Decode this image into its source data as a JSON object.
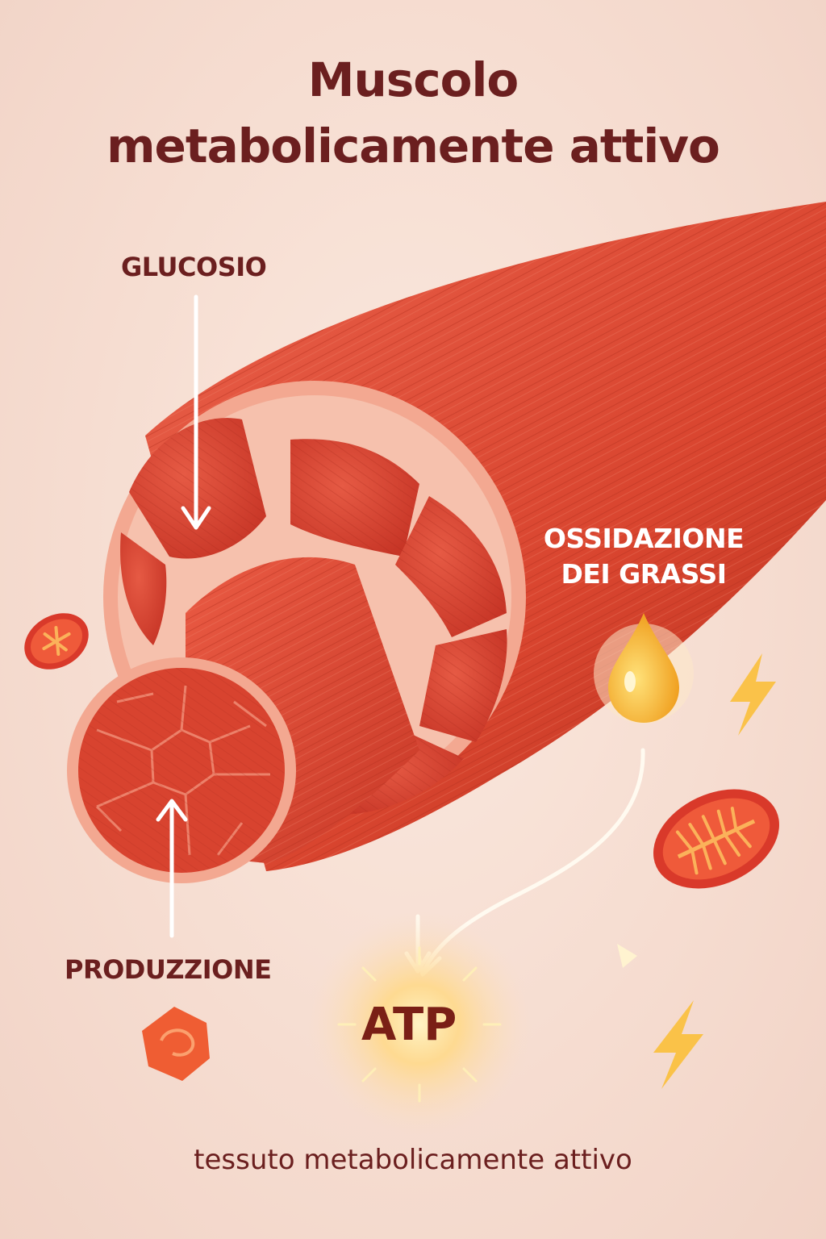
{
  "title": {
    "line1": "Muscolo",
    "line2": "metabolicamente attivo"
  },
  "labels": {
    "glucose": "GLUCOSIO",
    "fat_oxidation_line1": "OSSIDAZIONE",
    "fat_oxidation_line2": "DEI GRASSI",
    "production": "PRODUZZIONE",
    "atp": "ATP"
  },
  "footer": "tessuto metabolicamente attivo",
  "colors": {
    "title": "#6b1f1f",
    "muscle": "#e0503a",
    "muscle_dark": "#c23a2a",
    "sheath": "#f3a891",
    "fat_drop": "#f7b233",
    "energy": "#fbbf3a",
    "mitochondrion": "#e8492b"
  }
}
